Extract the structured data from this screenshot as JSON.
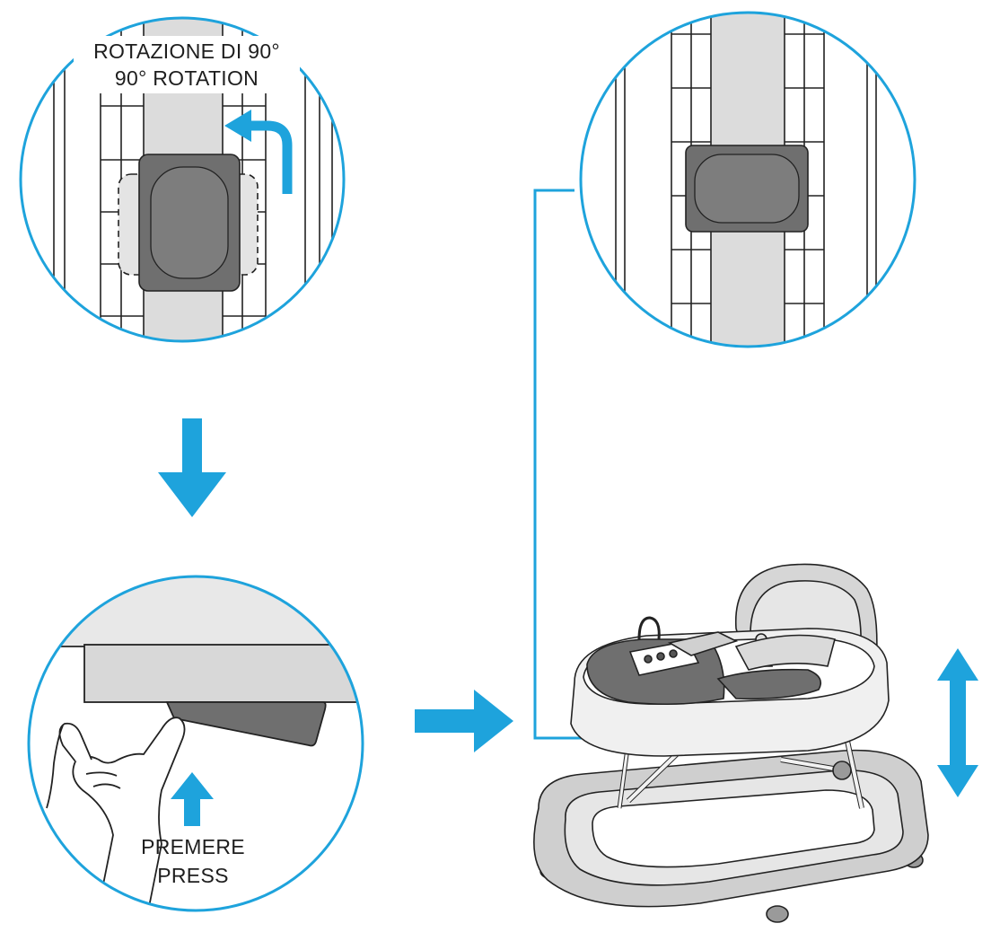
{
  "labels": {
    "rotation_it": "ROTAZIONE DI 90°",
    "rotation_en": "90° ROTATION",
    "press_it": "PREMERE",
    "press_en": "PRESS"
  },
  "icons": {
    "rotate_arrow": "curved-arrow-icon",
    "down_arrow": "arrow-down-icon",
    "up_arrow": "arrow-up-icon",
    "right_arrow": "arrow-right-icon",
    "height_arrow": "double-arrow-vertical-icon"
  },
  "colors": {
    "accent": "#1ea3dc",
    "outline": "#222222",
    "dark_grey": "#6f6f6f",
    "light_grey": "#dcdcdc",
    "mid_grey": "#c8c8c8"
  }
}
